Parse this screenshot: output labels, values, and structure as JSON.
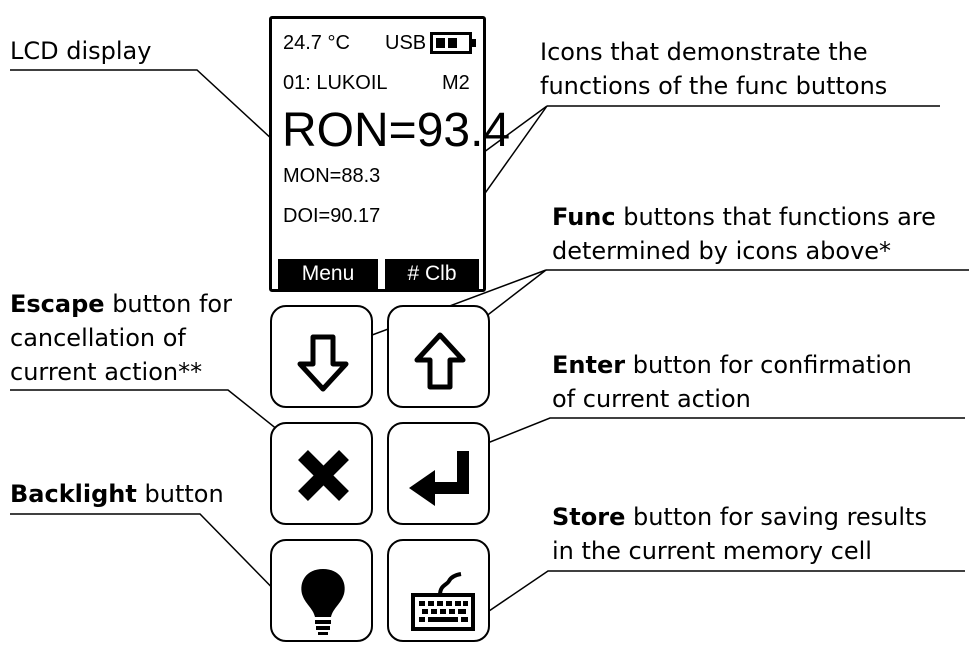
{
  "lcd": {
    "temperature": "24.7 °C",
    "power_source": "USB",
    "memory_entry": "01: LUKOIL",
    "mode": "M2",
    "ron": "RON=93.4",
    "mon": "MON=88.3",
    "doi": "DOI=90.17",
    "softkey_left": "Menu",
    "softkey_right": "# Clb",
    "battery_icon": "battery-icon"
  },
  "labels": {
    "lcd_display": "LCD display",
    "icons_line1": "Icons that demonstrate the",
    "icons_line2": "functions of the func buttons",
    "func_bold": "Func",
    "func_line1_rest": " buttons that functions are",
    "func_line2": "determined by icons above*",
    "escape_bold": "Escape",
    "escape_line1_rest": " button for",
    "escape_line2": "cancellation of",
    "escape_line3": "current action**",
    "enter_bold": "Enter",
    "enter_line1_rest": " button for confirmation",
    "enter_line2": "of current action",
    "backlight_bold": "Backlight",
    "backlight_rest": " button",
    "store_bold": "Store",
    "store_line1_rest": " button for saving results",
    "store_line2": "in the current memory cell"
  },
  "buttons": [
    {
      "name": "func-down-button",
      "icon": "arrow-down-icon"
    },
    {
      "name": "func-up-button",
      "icon": "arrow-up-icon"
    },
    {
      "name": "escape-button",
      "icon": "cross-icon"
    },
    {
      "name": "enter-button",
      "icon": "enter-arrow-icon"
    },
    {
      "name": "backlight-button",
      "icon": "light-bulb-icon"
    },
    {
      "name": "store-button",
      "icon": "keyboard-icon"
    }
  ]
}
